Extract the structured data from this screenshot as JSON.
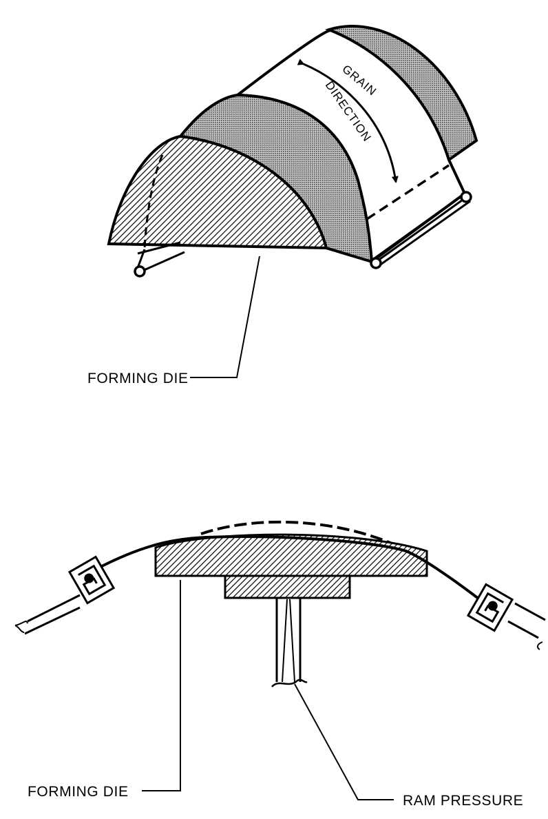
{
  "colors": {
    "ink": "#000000",
    "paper": "#ffffff",
    "screen": "#9a9a9a"
  },
  "top_figure": {
    "label_forming_die": "FORMING DIE",
    "grain_line1": "GRAIN",
    "grain_line2": "DIRECTION"
  },
  "bottom_figure": {
    "label_forming_die": "FORMING DIE",
    "label_ram_pressure": "RAM PRESSURE"
  }
}
